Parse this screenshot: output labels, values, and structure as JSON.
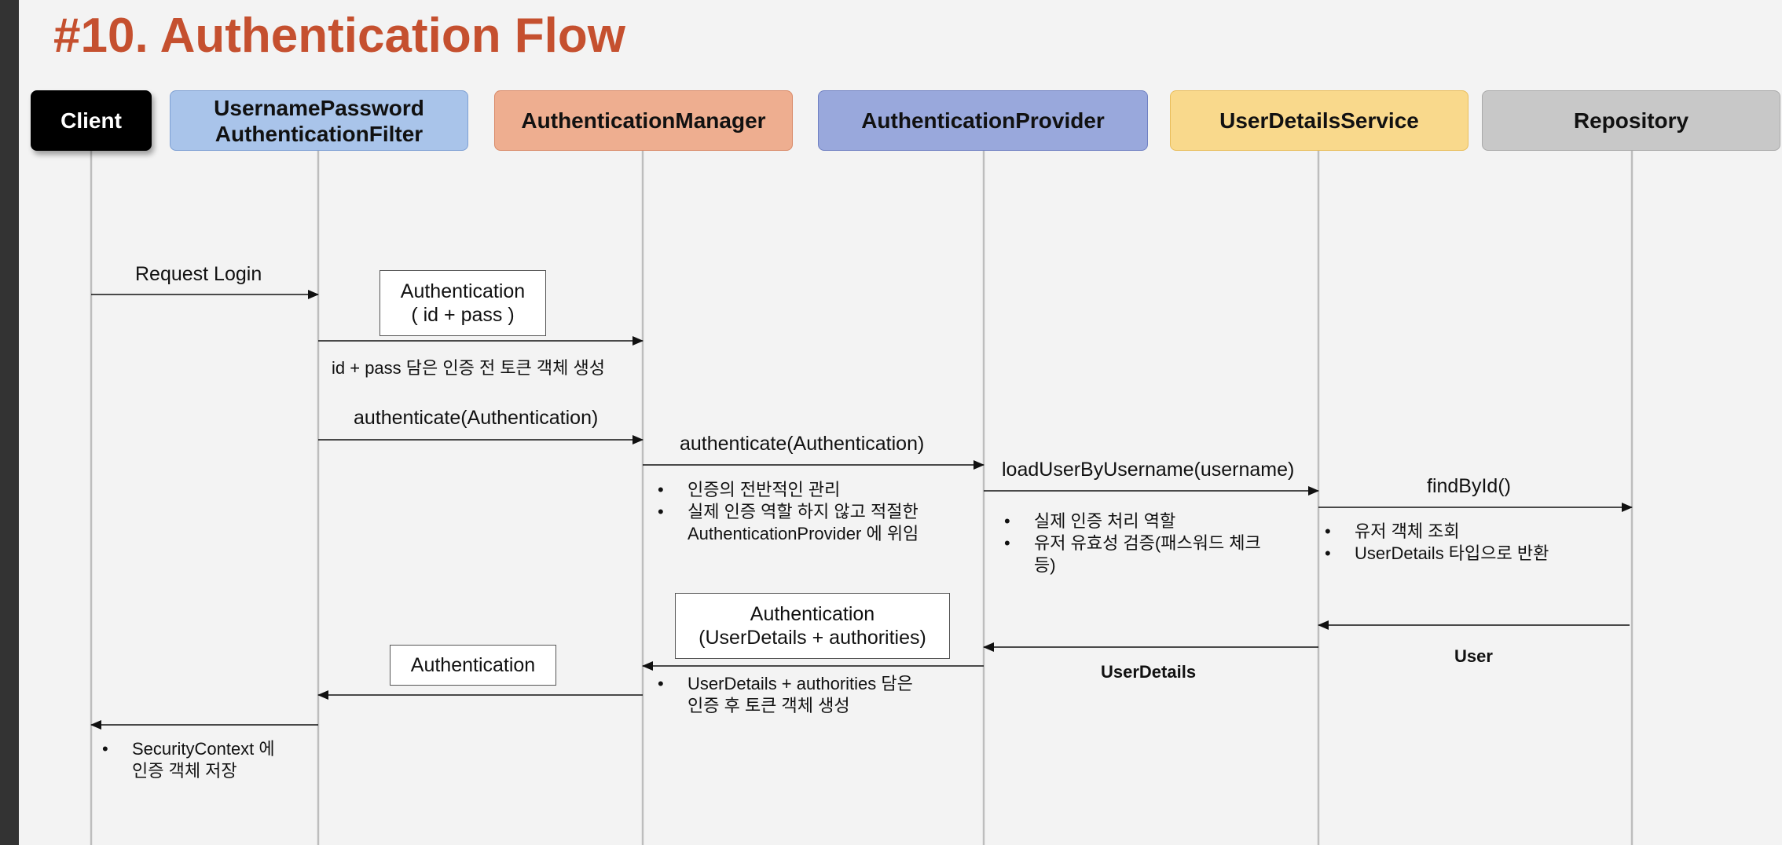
{
  "title": "#10. Authentication Flow",
  "actors": [
    {
      "label": "Client",
      "color": "#000000"
    },
    {
      "label": "UsernamePassword AuthenticationFilter",
      "line1": "UsernamePassword",
      "line2": "AuthenticationFilter",
      "color": "#a9c4ea"
    },
    {
      "label": "AuthenticationManager",
      "color": "#eeae90"
    },
    {
      "label": "AuthenticationProvider",
      "color": "#99a8dc"
    },
    {
      "label": "UserDetailsService",
      "color": "#f9d98c"
    },
    {
      "label": "Repository",
      "color": "#c8c8c8"
    }
  ],
  "messages": {
    "request_login": "Request Login",
    "filter_authenticate": "authenticate(Authentication)",
    "manager_authenticate": "authenticate(Authentication)",
    "load_user": "loadUserByUsername(username)",
    "find_by_id": "findById()",
    "user_return": "User",
    "userdetails_return": "UserDetails"
  },
  "boxes": {
    "auth_token_line1": "Authentication",
    "auth_token_line2": "( id + pass )",
    "auth_result_line1": "Authentication",
    "auth_result_line2": "(UserDetails +  authorities)",
    "auth_final": "Authentication"
  },
  "notes": {
    "token_creation": "id + pass 담은 인증 전 토큰 객체 생성",
    "manager_notes": [
      "인증의 전반적인 관리",
      "실제 인증 역할 하지 않고 적절한",
      "AuthenticationProvider 에 위임"
    ],
    "provider_notes": [
      "실제 인증 처리 역할",
      "유저 유효성 검증(패스워드 체크",
      "등)"
    ],
    "service_notes": [
      "유저 객체 조회",
      "UserDetails 타입으로 반환"
    ],
    "manager_result_notes": [
      "UserDetails +  authorities 담은",
      "인증 후 토큰 객체 생성"
    ],
    "client_notes": [
      "SecurityContext 에",
      "인증 객체 저장"
    ]
  }
}
